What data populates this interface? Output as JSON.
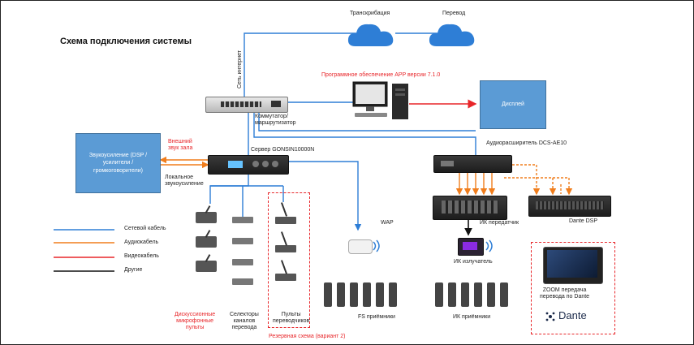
{
  "title": "Схема подключения системы",
  "clouds": {
    "transcription": "Транскрибация",
    "translation": "Перевод"
  },
  "internet_label": "Сеть интернет",
  "software_label": "Программное обеспечение APP версии 7.1.0",
  "display_label": "Дисплей",
  "router_label": "Коммутатор/\nмаршрутизатор",
  "sound_box_label": "Звукоусиление (DSP /\nусилители /\nгромкоговорители)",
  "external_sound_label": "Внешний\nзвук зала",
  "local_sound_label": "Локальное\nзвукоусиление",
  "server_label": "Сервер GONSIN10000N",
  "expander_label": "Аудиорасширитель DCS-AE10",
  "ir_transmitter_label": "ИК передатчик",
  "dante_dsp_label": "Dante DSP",
  "ir_emitter_label": "ИК излучатель",
  "wap_label": "WAP",
  "fs_receivers_label": "FS приёмники",
  "ir_receivers_label": "ИК приёмники",
  "zoom_label": "ZOOM передача\nперевода по Dante",
  "dante_logo_text": "Dante",
  "discussion_label": "Дискуссионные\nмикрофонные\nпульты",
  "channel_selectors_label": "Селекторы\nканалов\nперевода",
  "interpreter_label": "Пульты\nпереводчиков",
  "backup_label": "Резервная схема (вариант 2)",
  "legend": [
    {
      "label": "Сетевой кабель",
      "color": "#2e7ed6"
    },
    {
      "label": "Аудиокабель",
      "color": "#f07d1c"
    },
    {
      "label": "Видеокабель",
      "color": "#e8262a"
    },
    {
      "label": "Другие",
      "color": "#111111"
    }
  ]
}
